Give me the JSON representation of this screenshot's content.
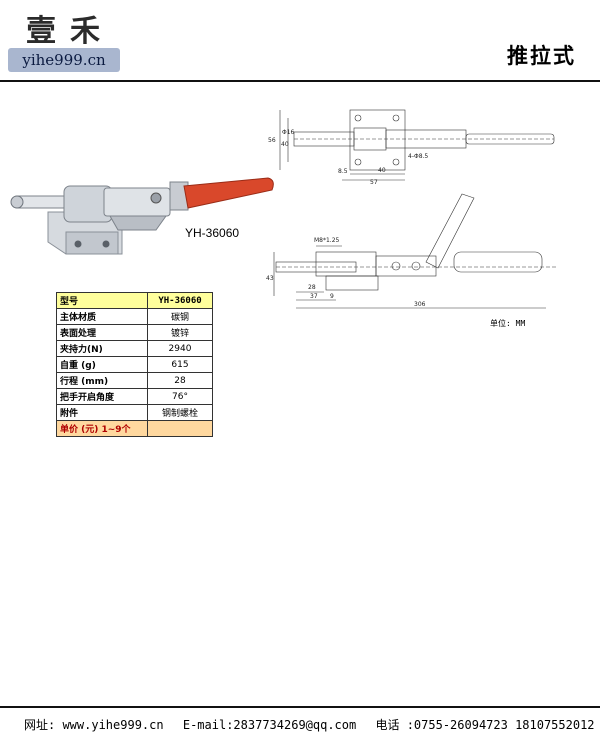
{
  "header": {
    "logo_cn": "壹禾",
    "logo_url": "yihe999.cn",
    "page_title": "推拉式"
  },
  "product": {
    "model_label": "YH-36060"
  },
  "drawing": {
    "top_view_dims": [
      "56",
      "40",
      "Φ16",
      "8.5",
      "40",
      "57",
      "4-Φ8.5"
    ],
    "side_view_dims": [
      "M8*1.25",
      "43",
      "28",
      "37",
      "9",
      "306"
    ],
    "unit_label": "单位: MM"
  },
  "spec_table": {
    "rows": [
      {
        "key": "型号",
        "value": "YH-36060"
      },
      {
        "key": "主体材质",
        "value": "碳钢"
      },
      {
        "key": "表面处理",
        "value": "镀锌"
      },
      {
        "key": "夹持力(N)",
        "value": "2940"
      },
      {
        "key": "自重 (g)",
        "value": "615"
      },
      {
        "key": "行程 (mm)",
        "value": "28"
      },
      {
        "key": "把手开启角度",
        "value": "76°"
      },
      {
        "key": "附件",
        "value": "钢制螺栓"
      },
      {
        "key": "单价 (元) 1~9个",
        "value": ""
      }
    ]
  },
  "footer": {
    "website": "网址: www.yihe999.cn",
    "email": "E-mail:2837734269@qq.com",
    "phone": "电话 :0755-26094723 18107552012"
  },
  "colors": {
    "handle": "#d9482b",
    "header_row": "#ffff9c",
    "price_row": "#ffd89f",
    "logo_bg": "#a9b6cf"
  }
}
